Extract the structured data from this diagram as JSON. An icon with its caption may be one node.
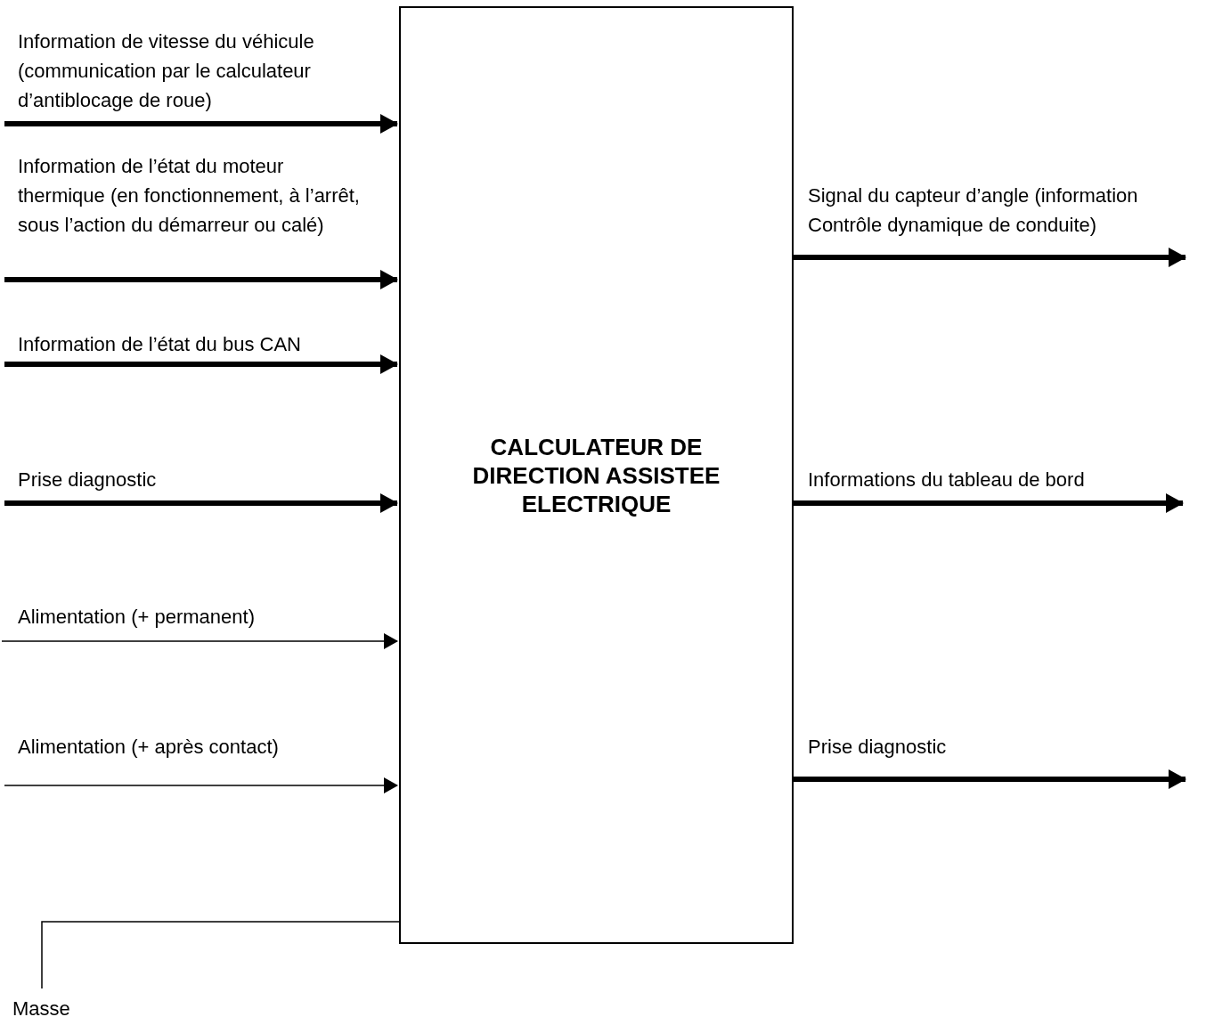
{
  "diagram": {
    "nodes": [
      {
        "text": [
          "CALCULATEUR DE DIRECTION ASSISTEE ELECTRIQUE"
        ]
      },
      {
        "text": [
          "Masse"
        ]
      }
    ],
    "edges": [
      {
        "from": null,
        "to": 0,
        "arrow": "to",
        "label": "Information de vitesse du véhicule (communication par le calculateur d’antiblocage de roue)"
      },
      {
        "from": null,
        "to": 0,
        "arrow": "to",
        "label": "Information de l’état du moteur thermique (en fonctionnement, à l’arrêt, sous l’action du démarreur ou calé)"
      },
      {
        "from": null,
        "to": 0,
        "arrow": "to",
        "label": "Information de l’état du bus CAN"
      },
      {
        "from": null,
        "to": 0,
        "arrow": "to",
        "label": "Prise diagnostic"
      },
      {
        "from": null,
        "to": 0,
        "arrow": "to",
        "label": "Alimentation (+ permanent)"
      },
      {
        "from": null,
        "to": 0,
        "arrow": "to",
        "label": "Alimentation (+ après contact)"
      },
      {
        "from": 0,
        "to": null,
        "arrow": "to",
        "label": "Signal du capteur d’angle (information Contrôle dynamique de conduite)"
      },
      {
        "from": 0,
        "to": null,
        "arrow": "to",
        "label": "Informations du tableau de bord"
      },
      {
        "from": 0,
        "to": null,
        "arrow": "to",
        "label": "Prise diagnostic"
      },
      {
        "from": 0,
        "to": 1,
        "arrow": "none"
      }
    ]
  }
}
